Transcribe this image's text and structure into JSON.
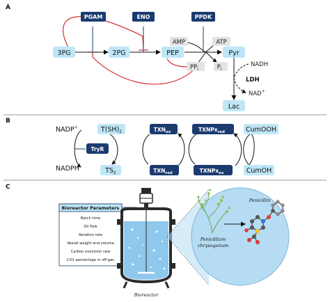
{
  "panels": {
    "a": "A",
    "b": "B",
    "c": "C"
  },
  "panel_a": {
    "enzymes": {
      "pgam": "PGAM",
      "eno": "ENO",
      "ppdk": "PPDK"
    },
    "metabolites": {
      "pg3": "3PG",
      "pg2": "2PG",
      "pep": "PEP",
      "amp": "AMP",
      "atp": "ATP",
      "pyr": "Pyr",
      "ppi": "PP",
      "ppi_sub": "i",
      "pi": "P",
      "pi_sub": "i",
      "nadh": "NADH",
      "ldh": "LDH",
      "nad": "NAD",
      "nad_sup": "+",
      "lac": "Lac"
    }
  },
  "panel_b": {
    "nadp": "NADP",
    "nadp_sup": "+",
    "tsh2": "T(SH)",
    "tsh2_sub": "2",
    "tryr": "TryR",
    "txn_ox": "TXN",
    "txn_ox_sub": "ox",
    "txnpx_red": "TXNPx",
    "txnpx_red_sub": "red",
    "cumooh": "CumOOH",
    "nadph": "NADPH",
    "ts2": "TS",
    "ts2_sub": "2",
    "txn_red": "TXN",
    "txn_red_sub": "red",
    "txnpx_ox": "TXNPx",
    "txnpx_ox_sub": "ox",
    "cumoh": "CumOH"
  },
  "panel_c": {
    "params_title": "Bioreactor Parameters",
    "params": [
      "Batch time",
      "Oil flow",
      "Aeration rate",
      "Vessel weight and volume",
      "Carbon evolution rate",
      "CO2 percentage in off-gas"
    ],
    "organism_line1": "Penicillium",
    "organism_line2": "chrysogenum",
    "product": "Penicillin",
    "vessel_label": "Bioreactor"
  },
  "colors": {
    "metabolite_box": "#bfe6f7",
    "enzyme_box": "#1b3b6f",
    "cofactor_box": "#e3e3e3",
    "inhibition_line": "#d63030",
    "divider": "#9a9a9a",
    "vessel": "#2a2a2a",
    "liquid": "#8ec8ec",
    "zoom_circle": "#b5dcf2"
  }
}
